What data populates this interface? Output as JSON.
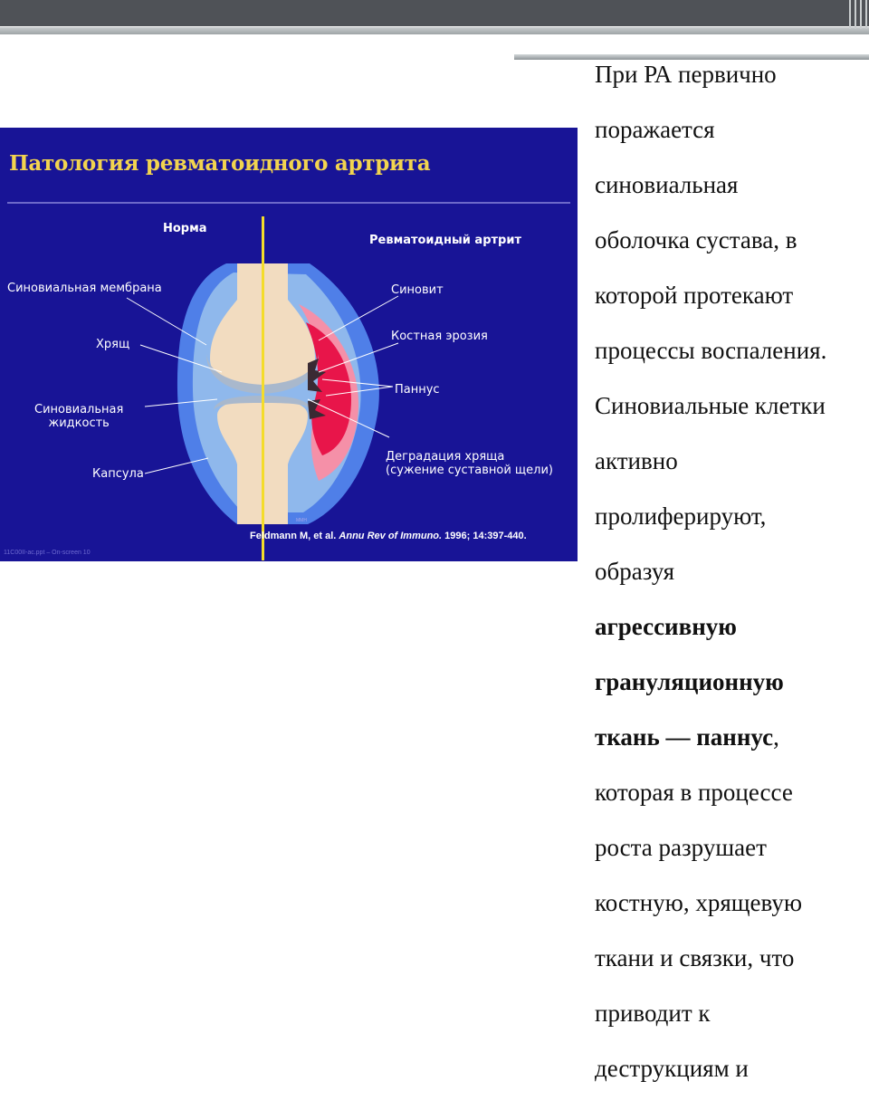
{
  "diagram": {
    "title": "Патология ревматоидного артрита",
    "labels": {
      "norm": "Норма",
      "ra": "Ревматоидный артрит",
      "synovial_membrane": "Синовиальная мембрана",
      "cartilage": "Хрящ",
      "synovial_fluid_1": "Синовиальная",
      "synovial_fluid_2": "жидкость",
      "capsule": "Капсула",
      "synovitis": "Синовит",
      "bone_erosion": "Костная эрозия",
      "pannus": "Паннус",
      "cartilage_degradation_1": "Деградация хряща",
      "cartilage_degradation_2": "(сужение суставной щели)"
    },
    "citation": {
      "authors": "Feldmann M, et al.",
      "journal": "Annu Rev of Immuno.",
      "details": "1996; 14:397-440."
    },
    "file_mark": "11C00II-ac.ppt – On-screen 10",
    "artist_mark": "MMH",
    "colors": {
      "background": "#181496",
      "capsule": "#4f7fe8",
      "synovial_space": "#8fb8ec",
      "bone": "#f2dcc0",
      "cartilage": "#a9b8cc",
      "inflamed": "#e8154a",
      "inflamed_light": "#f590a8",
      "axis": "#f4dc2a",
      "title": "#f2d44f"
    }
  },
  "text": {
    "l1": "При РА первично",
    "l2": "поражается",
    "l3": "синовиальная",
    "l4": "оболочка сустава, в",
    "l5": "которой протекают",
    "l6": "процессы воспаления.",
    "l7": "Синовиальные клетки",
    "l8": "активно",
    "l9": "пролиферируют,",
    "l10": "образуя",
    "l11": "агрессивную",
    "l12": "грануляционную",
    "l13a": "ткань — паннус",
    "l13b": ",",
    "l14": "которая в процессе",
    "l15": "роста разрушает",
    "l16": "костную, хрящевую",
    "l17": "ткани и связки, что",
    "l18": "приводит к",
    "l19": "деструкциям и"
  }
}
